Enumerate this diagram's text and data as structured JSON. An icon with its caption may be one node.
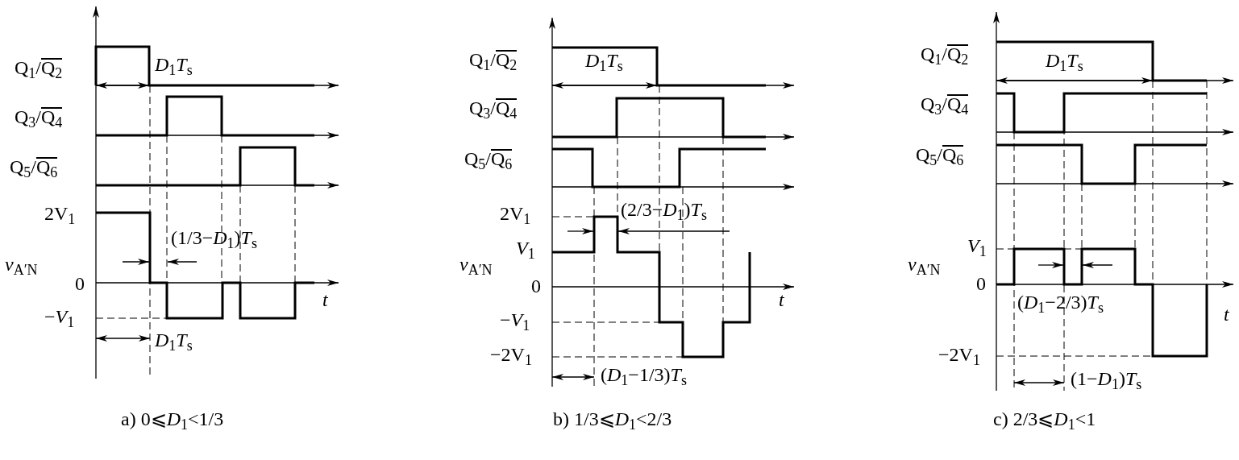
{
  "diagram": {
    "labels": [
      "Q$_{1}$/Q$_{2}$",
      "*D*$_{1}$*T*$_{s}$",
      "Q$_{3}$/Q$_{4}$",
      "Q$_{5}$/Q$_{6}$",
      "2V$_{1}$",
      "(1/3−*D*$_{1}$)*T*$_{s}$",
      "*v*$_{A′N}$",
      "0",
      "*t*",
      "−*V*$_{1}$",
      "*D*$_{1}$*T*$_{s}$",
      "a) 0⩽*D*$_{1}$<1/3",
      "Q$_{1}$/Q$_{2}$",
      "*D*$_{1}$*T*$_{s}$",
      "Q$_{3}$/Q$_{4}$",
      "Q$_{5}$/Q$_{6}$",
      "2V$_{1}$",
      "(2/3−*D*$_{1}$)*T*$_{s}$",
      "*V*$_{1}$",
      "*v*$_{A′N}$",
      "0",
      "*t*",
      "−*V*$_{1}$",
      "−2V$_{1}$",
      "(*D*$_{1}$−1/3)*T*$_{s}$",
      "b) 1/3⩽*D*$_{1}$<2/3",
      "Q$_{1}$/Q$_{2}$",
      "*D*$_{1}$*T*$_{s}$",
      "Q$_{3}$/Q$_{4}$",
      "Q$_{5}$/Q$_{6}$",
      "*V*$_{1}$",
      "*v*$_{A′N}$",
      "0",
      "(*D*$_{1}$−2/3)*T*$_{s}$",
      "*t*",
      "−2V$_{1}$",
      "(1−*D*$_{1}$)*T*$_{s}$",
      "c) 2/3⩽*D*$_{1}$<1"
    ]
  }
}
